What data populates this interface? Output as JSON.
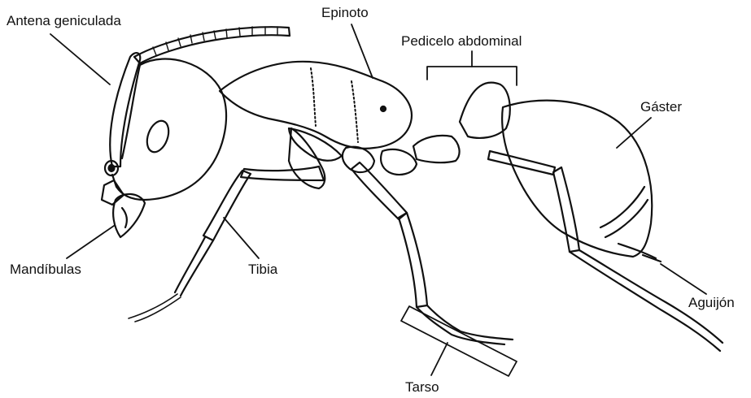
{
  "labels": {
    "antena": "Antena geniculada",
    "epinoto": "Epinoto",
    "pedicelo": "Pedicelo abdominal",
    "gaster": "Gáster",
    "mandibulas": "Mandíbulas",
    "tibia": "Tibia",
    "aguijon": "Aguijón",
    "tarso": "Tarso"
  },
  "colors": {
    "ink": "#111111",
    "background": "#ffffff"
  }
}
